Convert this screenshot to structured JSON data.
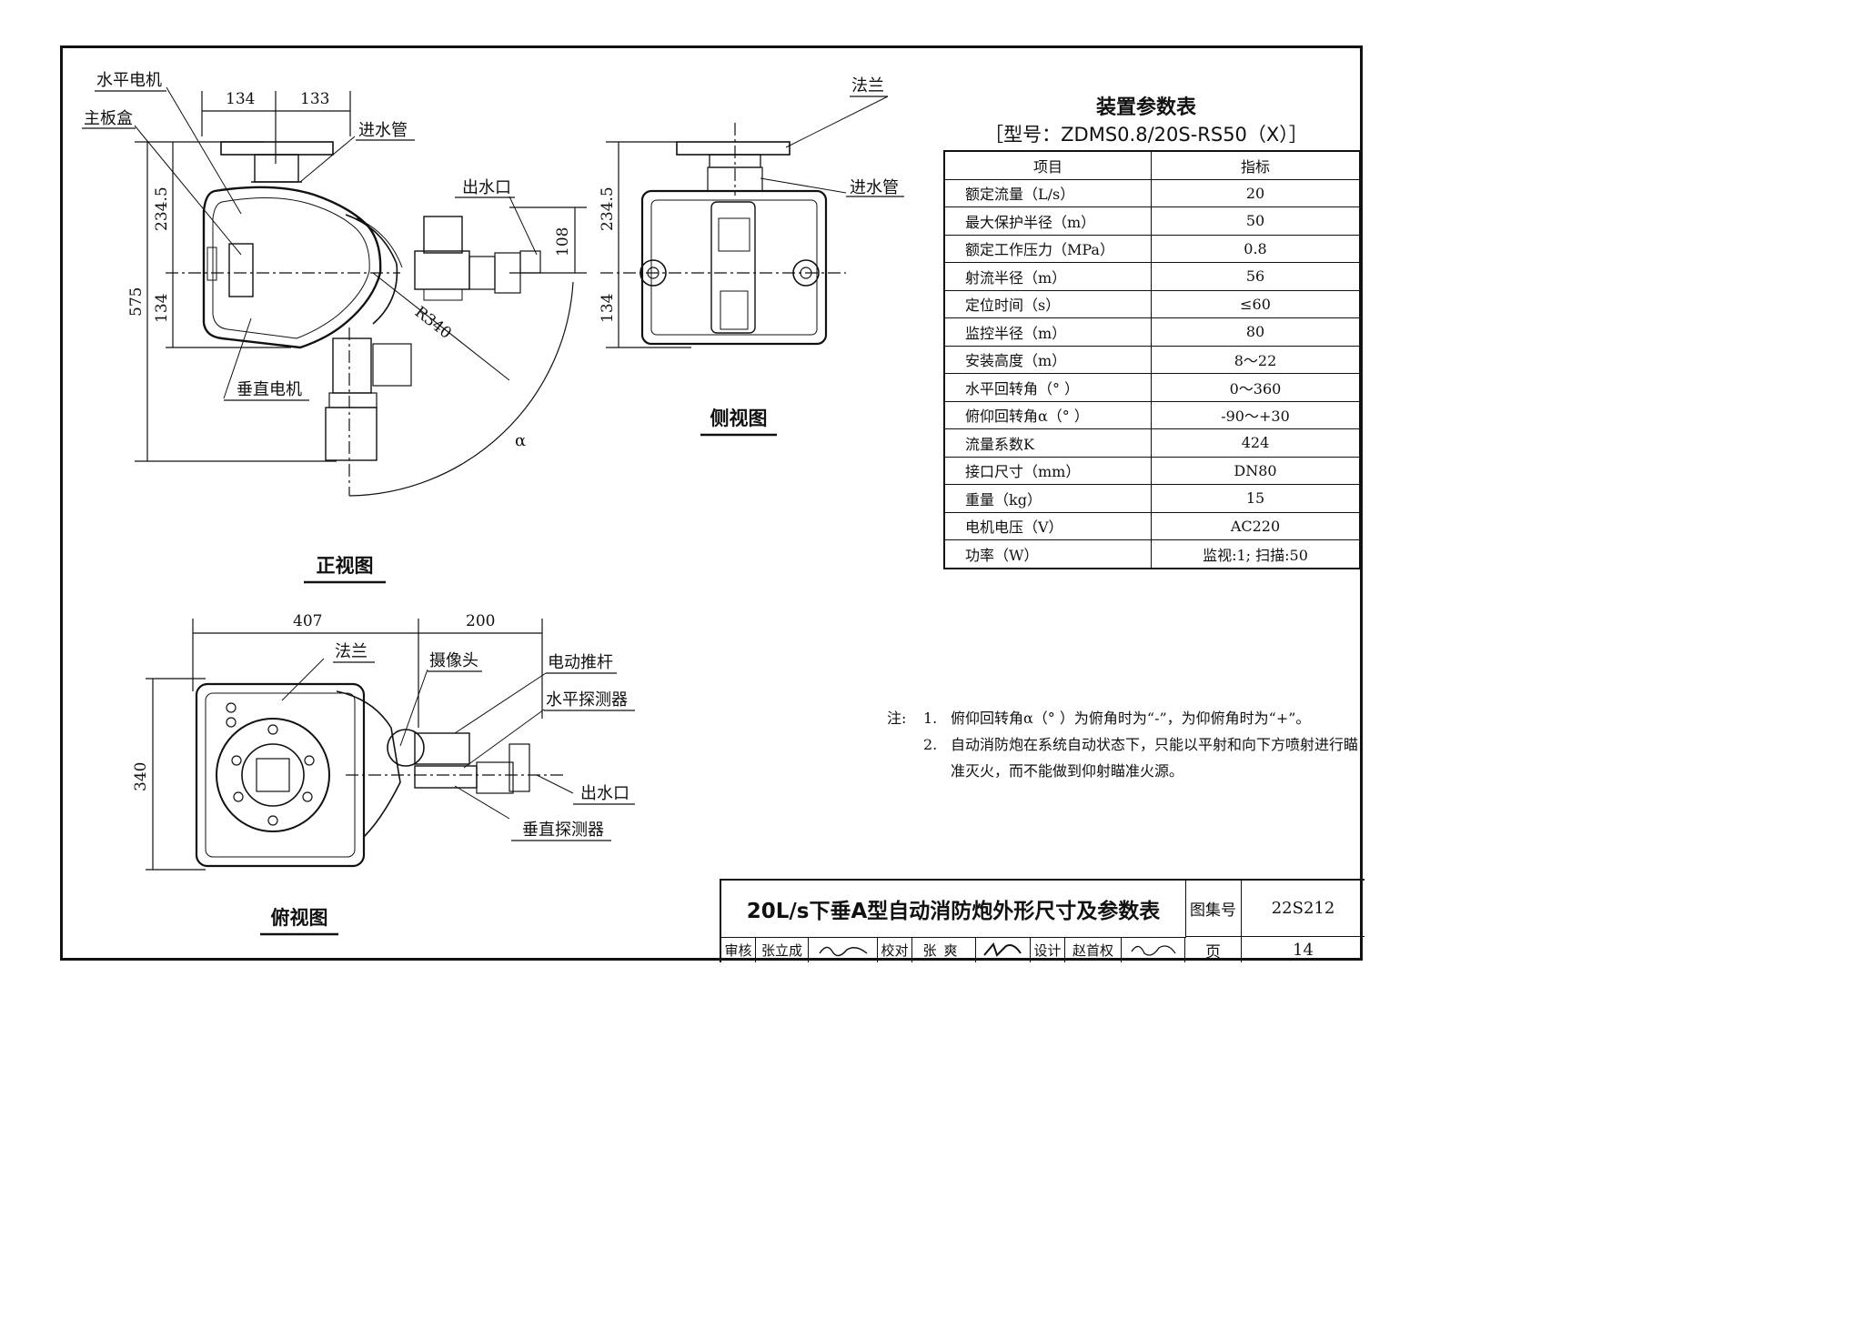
{
  "front_view": {
    "title": "正视图",
    "labels": {
      "horizontal_motor": "水平电机",
      "mainboard_box": "主板盒",
      "inlet_pipe": "进水管",
      "outlet": "出水口",
      "vertical_motor": "垂直电机",
      "radius": "R340",
      "alpha": "α"
    },
    "dims": {
      "top_left": "134",
      "top_right": "133",
      "total_height": "575",
      "upper": "234.5",
      "lower": "134",
      "outlet_height": "108"
    }
  },
  "side_view": {
    "title": "侧视图",
    "labels": {
      "flange": "法兰",
      "inlet_pipe": "进水管"
    },
    "dims": {
      "upper": "234.5",
      "lower": "134"
    }
  },
  "top_view": {
    "title": "俯视图",
    "labels": {
      "flange": "法兰",
      "camera": "摄像头",
      "electric_pushrod": "电动推杆",
      "horizontal_detector": "水平探测器",
      "outlet": "出水口",
      "vertical_detector": "垂直探测器"
    },
    "dims": {
      "width_left": "407",
      "width_right": "200",
      "depth": "340"
    }
  },
  "param_table": {
    "title": "装置参数表",
    "model": "［型号：ZDMS0.8/20S-RS50（X）］",
    "headers": [
      "项目",
      "指标"
    ],
    "rows": [
      [
        "额定流量（L/s）",
        "20"
      ],
      [
        "最大保护半径（m）",
        "50"
      ],
      [
        "额定工作压力（MPa）",
        "0.8"
      ],
      [
        "射流半径（m）",
        "56"
      ],
      [
        "定位时间（s）",
        "≤60"
      ],
      [
        "监控半径（m）",
        "80"
      ],
      [
        "安装高度（m）",
        "8～22"
      ],
      [
        "水平回转角（° ）",
        "0～360"
      ],
      [
        "俯仰回转角α（° ）",
        "-90～+30"
      ],
      [
        "流量系数K",
        "424"
      ],
      [
        "接口尺寸（mm）",
        "DN80"
      ],
      [
        "重量（kg）",
        "15"
      ],
      [
        "电机电压（V）",
        "AC220"
      ],
      [
        "功率（W）",
        "监视:1; 扫描:50"
      ]
    ]
  },
  "notes": {
    "label": "注:",
    "items": [
      {
        "num": "1.",
        "text": "俯仰回转角α（° ）为俯角时为“-”，为仰俯角时为“+”。"
      },
      {
        "num": "2.",
        "text": "自动消防炮在系统自动状态下，只能以平射和向下方喷射进行瞄准灭火，而不能做到仰射瞄准火源。"
      }
    ]
  },
  "title_block": {
    "drawing_title": "20L/s下垂A型自动消防炮外形尺寸及参数表",
    "atlas_label": "图集号",
    "atlas_no": "22S212",
    "page_label": "页",
    "page_no": "14",
    "review_label": "审核",
    "reviewer": "张立成",
    "check_label": "校对",
    "checker": "张爽",
    "design_label": "设计",
    "designer": "赵首权"
  }
}
